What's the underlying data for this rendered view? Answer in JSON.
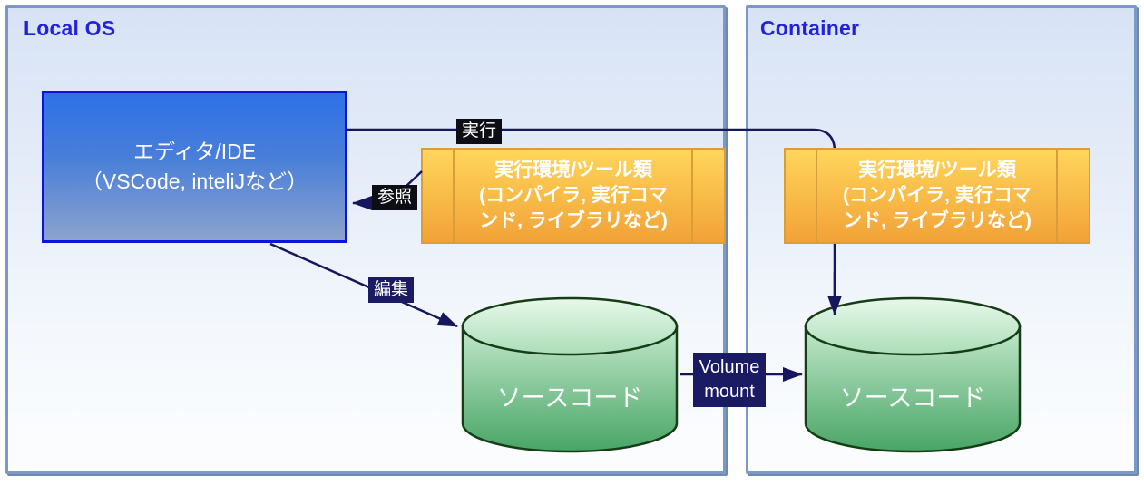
{
  "panels": {
    "local_os": {
      "title": "Local OS"
    },
    "container": {
      "title": "Container"
    }
  },
  "nodes": {
    "editor": {
      "line1": "エディタ/IDE",
      "line2": "（VSCode, inteliJなど）"
    },
    "tools_local": {
      "line1": "実行環境/ツール類",
      "line2": "(コンパイラ, 実行コマ",
      "line3": "ンド, ライブラリなど)"
    },
    "tools_container": {
      "line1": "実行環境/ツール類",
      "line2": "(コンパイラ, 実行コマ",
      "line3": "ンド, ライブラリなど)"
    },
    "source_local": {
      "label": "ソースコード"
    },
    "source_container": {
      "label": "ソースコード"
    }
  },
  "edges": {
    "run": {
      "label": "実行"
    },
    "reference": {
      "label": "参照"
    },
    "edit": {
      "label": "編集"
    },
    "volume_mount": {
      "line1": "Volume",
      "line2": "mount"
    }
  },
  "colors": {
    "panel_border": "#7C99C6",
    "panel_fill_top": "#D7E3F5",
    "panel_fill_bottom": "#FCFDFF",
    "title_text": "#2321DA",
    "editor_border": "#0A14DC",
    "editor_fill_top": "#2E70E7",
    "editor_fill_bottom": "#8CA3CC",
    "tools_border": "#D99E35",
    "tools_fill_top": "#FFD65C",
    "tools_fill_bottom": "#F2A238",
    "cylinder_border": "#163D16",
    "cylinder_fill_top": "#C3E8CB",
    "cylinder_fill_bottom": "#48A566",
    "arrow": "#16165E",
    "label_dark_bg": "#0D0D15",
    "label_navy_bg": "#1B1B63",
    "node_text": "#FFFFFF"
  }
}
